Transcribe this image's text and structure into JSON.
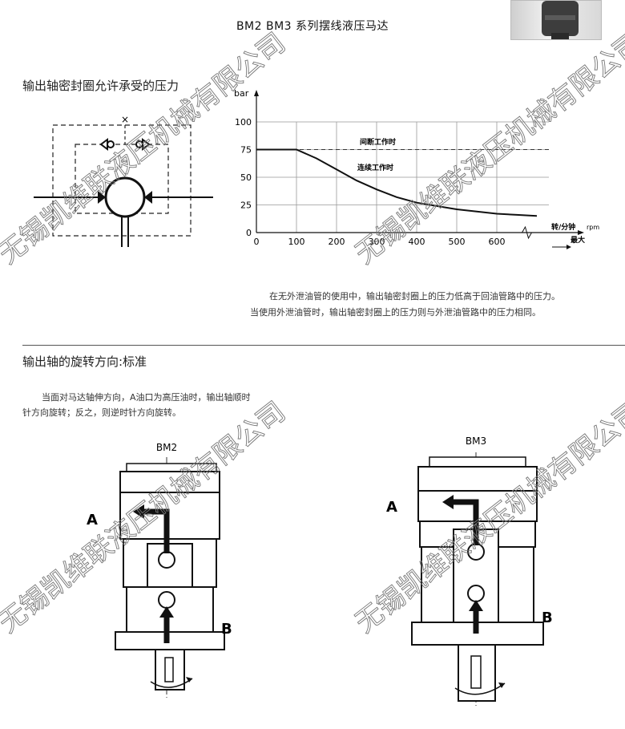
{
  "header": {
    "title": "BM2 BM3 系列摆线液压马达",
    "thumbnail_icon": "hydraulic-motor-photo"
  },
  "seal_section": {
    "heading": "输出轴密封圈允许承受的压力",
    "schematic_mark": "×",
    "note_line1": "在无外泄油管的使用中，输出轴密封圈上的压力低高于回油管路中的压力。",
    "note_line2": "当使用外泄油管时，输出轴密封圈上的压力则与外泄油管路中的压力相同。"
  },
  "chart_data": {
    "type": "line",
    "ylabel": "bar",
    "xlabel": "转/分钟",
    "x_unit": "rpm",
    "x_end_label": "最大",
    "x_ticks": [
      0,
      100,
      200,
      300,
      400,
      500,
      600
    ],
    "y_ticks": [
      0,
      25,
      50,
      75,
      100
    ],
    "xlim": [
      0,
      730
    ],
    "ylim": [
      0,
      100
    ],
    "grid": true,
    "series": [
      {
        "name": "连续工作时",
        "x": [
          0,
          100,
          150,
          200,
          250,
          300,
          350,
          400,
          450,
          500,
          550,
          600,
          650,
          700
        ],
        "y": [
          75,
          75,
          67,
          57,
          47,
          39,
          32,
          27,
          24,
          21,
          19,
          17,
          16,
          15
        ]
      }
    ],
    "reference_lines": [
      {
        "label": "间断工作时",
        "y": 75,
        "style": "dashed"
      }
    ],
    "annotations": [
      "间断工作时",
      "连续工作时"
    ]
  },
  "rotation_section": {
    "heading": "输出轴的旋转方向:标准",
    "text_line1": "当面对马达轴伸方向，A油口为高压油时，输出轴顺时",
    "text_line2": "针方向旋转；反之，则逆时针方向旋转。",
    "motors": [
      {
        "model": "BM2",
        "port_a": "A",
        "port_b": "B"
      },
      {
        "model": "BM3",
        "port_a": "A",
        "port_b": "B"
      }
    ]
  },
  "watermark": {
    "text": "无锡凯维联液压机械有限公司"
  }
}
